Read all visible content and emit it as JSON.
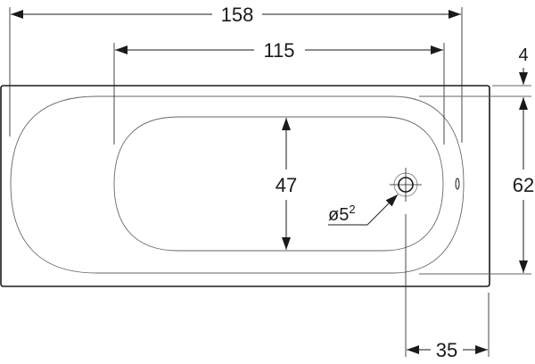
{
  "diagram": {
    "type": "technical drawing - bathtub top view",
    "colors": {
      "outline": "#1a1a1a",
      "inner_line": "#555555",
      "dim_line": "#1a1a1a",
      "extension_line": "#666666",
      "background": "#ffffff"
    },
    "dimensions": {
      "overall_length": "158",
      "inner_length": "115",
      "rim_height": "4",
      "overall_width": "62",
      "inner_width": "47",
      "drain_offset": "35",
      "drain_diameter_prefix": "ø5",
      "drain_diameter_superscript": "2"
    }
  }
}
